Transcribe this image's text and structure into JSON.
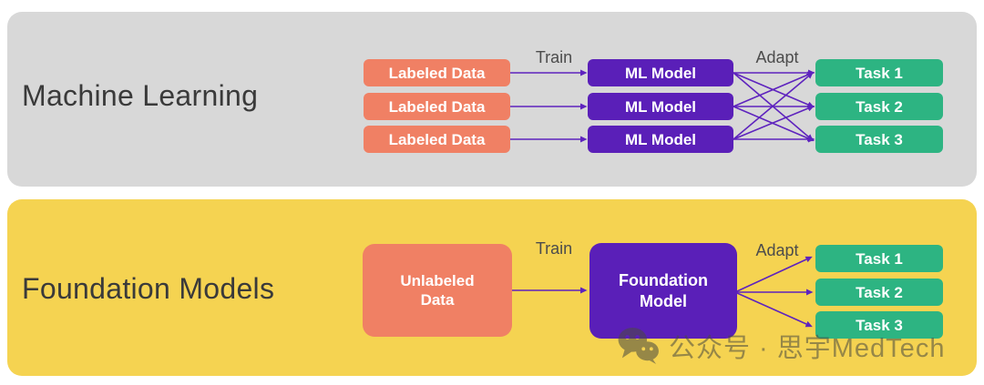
{
  "ml_section": {
    "title": "Machine Learning",
    "data_boxes": [
      "Labeled Data",
      "Labeled Data",
      "Labeled Data"
    ],
    "model_boxes": [
      "ML Model",
      "ML Model",
      "ML Model"
    ],
    "task_boxes": [
      "Task 1",
      "Task 2",
      "Task 3"
    ],
    "train_label": "Train",
    "adapt_label": "Adapt"
  },
  "fm_section": {
    "title": "Foundation Models",
    "data_box": "Unlabeled Data",
    "model_box": "Foundation Model",
    "task_boxes": [
      "Task 1",
      "Task 2",
      "Task 3"
    ],
    "train_label": "Train",
    "adapt_label": "Adapt"
  },
  "watermark": {
    "icon": "wechat-icon",
    "text": "公众号 · 思宇MedTech"
  },
  "colors": {
    "ml_panel_bg": "#d8d8d8",
    "fm_panel_bg": "#f5d351",
    "data_box": "#f08064",
    "model_box": "#5a1fb8",
    "task_box": "#2db482",
    "arrow": "#5e23be",
    "title_text": "#3a3a3a",
    "box_text": "#ffffff"
  }
}
